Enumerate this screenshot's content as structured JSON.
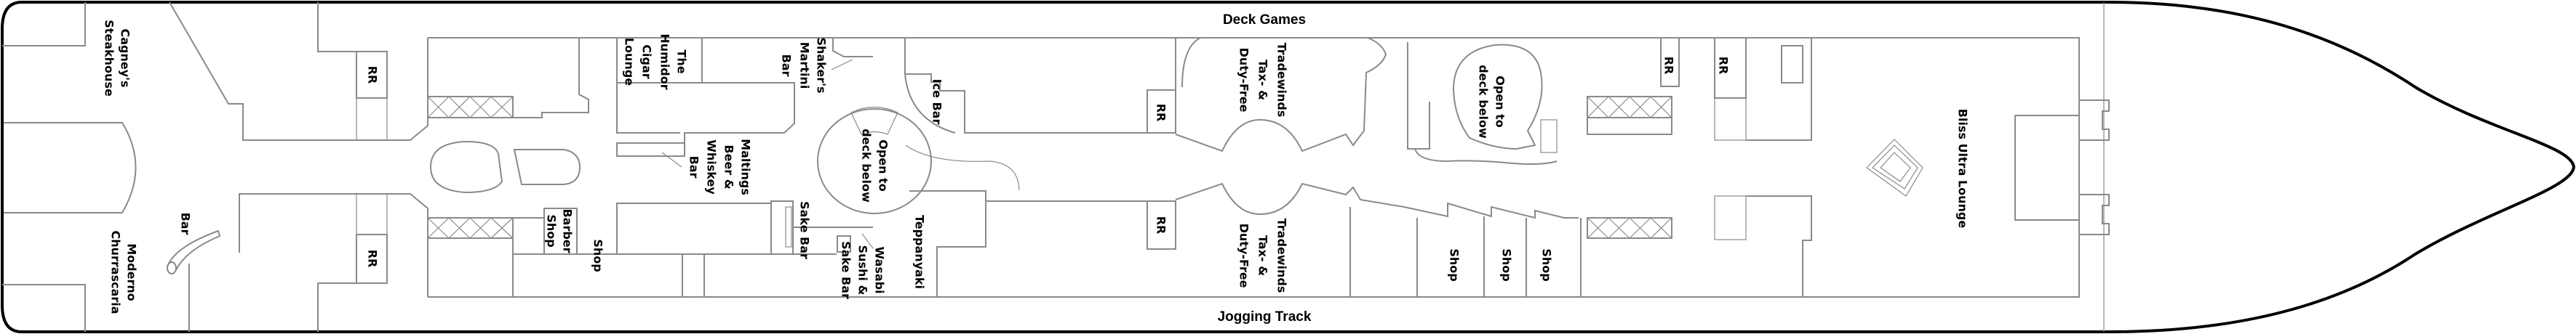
{
  "deck_labels": {
    "top": "Deck Games",
    "bottom": "Jogging Track"
  },
  "venues": {
    "cagneys": [
      "Cagney's",
      "Steakhouse"
    ],
    "moderno": [
      "Moderno",
      "Churrascaria"
    ],
    "bar": "Bar",
    "rr": "RR",
    "humidor": [
      "The",
      "Humidor",
      "Cigar",
      "Lounge"
    ],
    "shakers": [
      "Shaker's",
      "Martini",
      "Bar"
    ],
    "maltings": [
      "Maltings",
      "Beer &",
      "Whiskey",
      "Bar"
    ],
    "open_below": [
      "Open to",
      "deck below"
    ],
    "sake_bar": "Sake Bar",
    "barber": [
      "Barber",
      "Shop"
    ],
    "shop": "Shop",
    "wasabi": [
      "Wasabi",
      "Sushi &",
      "Sake Bar"
    ],
    "ice_bar": "Ice Bar",
    "teppanyaki": "Teppanyaki",
    "tradewinds": [
      "Tradewinds",
      "Tax- &",
      "Duty-Free"
    ],
    "bliss": "Bliss Ultra Lounge"
  },
  "colors": {
    "hull": "#000000",
    "walls": "#8a8a8a"
  }
}
